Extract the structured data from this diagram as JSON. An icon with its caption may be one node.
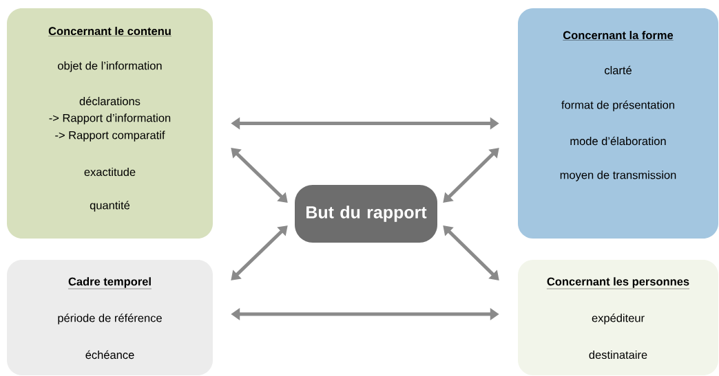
{
  "diagram": {
    "nodes": [
      {
        "text": [
          "Concernant le contenu",
          "objet de l’information",
          "déclarations",
          "-> Rapport d’information",
          "-> Rapport comparatif",
          "exactitude",
          "quantité"
        ]
      },
      {
        "text": [
          "Concernant la forme",
          "clarté",
          "format de présentation",
          "mode d’élaboration",
          "moyen de transmission"
        ]
      },
      {
        "text": [
          "But du rapport"
        ]
      },
      {
        "text": [
          "Cadre temporel",
          "période de référence",
          "échéance"
        ]
      },
      {
        "text": [
          "Concernant les personnes",
          "expéditeur",
          "destinataire"
        ]
      }
    ],
    "edges": [
      {
        "from": 0,
        "to": 1,
        "arrow": "both"
      },
      {
        "from": 0,
        "to": 2,
        "arrow": "both"
      },
      {
        "from": 1,
        "to": 2,
        "arrow": "both"
      },
      {
        "from": 3,
        "to": 2,
        "arrow": "both"
      },
      {
        "from": 4,
        "to": 2,
        "arrow": "both"
      },
      {
        "from": 3,
        "to": 4,
        "arrow": "both"
      }
    ]
  }
}
